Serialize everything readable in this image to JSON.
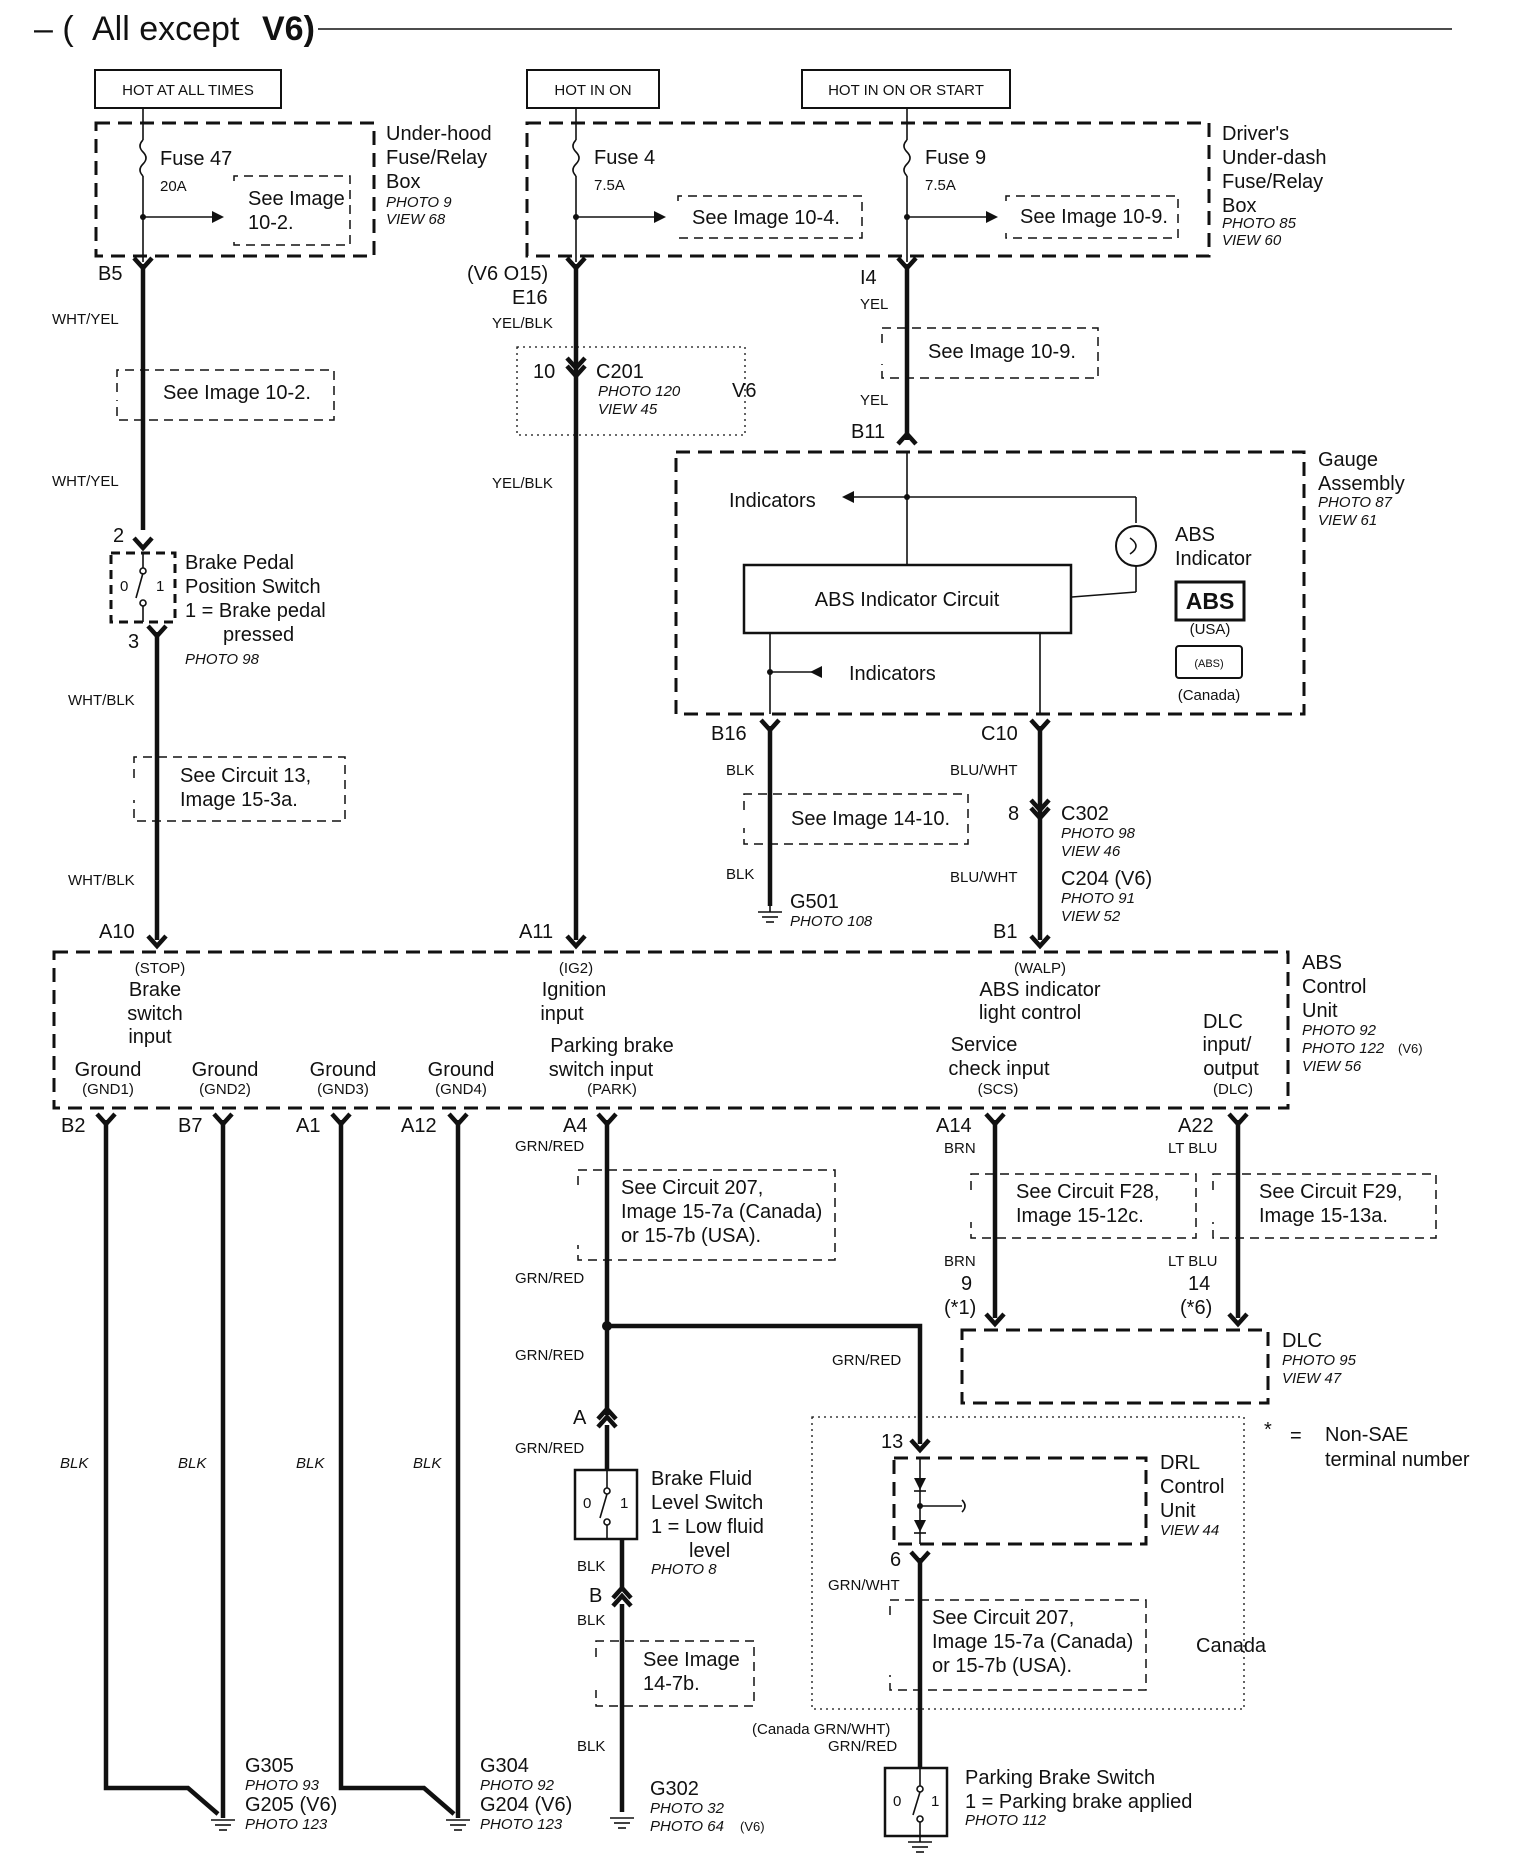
{
  "title": {
    "prefix": "– (",
    "main": "All except",
    "bold": "V6)"
  },
  "power_labels": {
    "hot_all": "HOT AT ALL TIMES",
    "hot_on": "HOT IN ON",
    "hot_on_start": "HOT IN ON OR START"
  },
  "underhood_box": {
    "fuse": "Fuse 47",
    "rating": "20A",
    "see": [
      "See Image",
      "10-2."
    ],
    "name": [
      "Under-hood",
      "Fuse/Relay",
      "Box"
    ],
    "photo": "PHOTO 9",
    "view": "VIEW 68"
  },
  "dash_box": {
    "fuse4": "Fuse 4",
    "rating4": "7.5A",
    "see4": "See Image 10-4.",
    "fuse9": "Fuse 9",
    "rating9": "7.5A",
    "see9": "See Image 10-9.",
    "name": [
      "Driver's",
      "Under-dash",
      "Fuse/Relay",
      "Box"
    ],
    "photo": "PHOTO 85",
    "view": "VIEW 60"
  },
  "left_branch": {
    "pin_b5": "B5",
    "wire1": "WHT/YEL",
    "see1": "See Image 10-2.",
    "wire2": "WHT/YEL",
    "pin2": "2",
    "switch_name": [
      "Brake Pedal",
      "Position Switch",
      "1 = Brake pedal",
      "pressed"
    ],
    "pin3": "3",
    "photo": "PHOTO 98",
    "wire3": "WHT/BLK",
    "see2": [
      "See Circuit 13,",
      "Image 15-3a."
    ],
    "wire4": "WHT/BLK",
    "pin_a10": "A10",
    "sw0": "0",
    "sw1": "1"
  },
  "mid_branch": {
    "pin_top": "(V6 O15)",
    "pin_e16": "E16",
    "wire1": "YEL/BLK",
    "pin10": "10",
    "conn": "C201",
    "photo": "PHOTO 120",
    "view": "VIEW 45",
    "v6": "V6",
    "wire2": "YEL/BLK",
    "pin_a11": "A11"
  },
  "right_branch": {
    "pin_i4": "I4",
    "wire1": "YEL",
    "see": "See Image 10-9.",
    "wire2": "YEL",
    "pin_b11": "B11"
  },
  "gauge": {
    "indicators1": "Indicators",
    "circuit": "ABS Indicator Circuit",
    "indicators2": "Indicators",
    "abs_name": [
      "ABS",
      "Indicator"
    ],
    "abs_badge": "ABS",
    "usa": "(USA)",
    "canada_icon": "(ABS)",
    "canada": "(Canada)",
    "name": [
      "Gauge",
      "Assembly"
    ],
    "photo": "PHOTO 87",
    "view": "VIEW 61"
  },
  "gauge_out": {
    "pin_b16": "B16",
    "wire_blk1": "BLK",
    "see": "See Image 14-10.",
    "wire_blk2": "BLK",
    "ground": "G501",
    "ground_photo": "PHOTO 108",
    "pin_c10": "C10",
    "wire_bw1": "BLU/WHT",
    "pin8": "8",
    "conn1": "C302",
    "photo1": "PHOTO 98",
    "view1": "VIEW 46",
    "wire_bw2": "BLU/WHT",
    "conn2": "C204 (V6)",
    "photo2": "PHOTO 91",
    "view2": "VIEW 52",
    "pin_b1": "B1"
  },
  "abs_unit": {
    "stop": "(STOP)",
    "brake_input": [
      "Brake",
      "switch",
      "input"
    ],
    "ig2": "(IG2)",
    "ign_input": [
      "Ignition",
      "input"
    ],
    "walp": "(WALP)",
    "abs_light": [
      "ABS indicator",
      "light control"
    ],
    "park_input": [
      "Parking brake",
      "switch input"
    ],
    "park": "(PARK)",
    "service": [
      "Service",
      "check input"
    ],
    "scs": "(SCS)",
    "dlc": [
      "DLC",
      "input/",
      "output"
    ],
    "dlc_code": "(DLC)",
    "grounds": [
      {
        "label": "Ground",
        "code": "(GND1)"
      },
      {
        "label": "Ground",
        "code": "(GND2)"
      },
      {
        "label": "Ground",
        "code": "(GND3)"
      },
      {
        "label": "Ground",
        "code": "(GND4)"
      }
    ],
    "name": [
      "ABS",
      "Control",
      "Unit"
    ],
    "photo": "PHOTO 92",
    "photo2": "PHOTO 122",
    "photo2_v6": "(V6)",
    "view": "VIEW 56"
  },
  "bottom_pins": [
    "B2",
    "B7",
    "A1",
    "A12",
    "A4",
    "A14",
    "A22"
  ],
  "grounds_bottom": {
    "blk": "BLK",
    "g305": "G305",
    "g305_photo": "PHOTO 93",
    "g205": "G205 (V6)",
    "g205_photo": "PHOTO 123",
    "g304": "G304",
    "g304_photo": "PHOTO 92",
    "g204": "G204 (V6)",
    "g204_photo": "PHOTO 123"
  },
  "park_branch": {
    "wire1": "GRN/RED",
    "see": [
      "See Circuit 207,",
      "Image 15-7a (Canada)",
      "or 15-7b (USA)."
    ],
    "wire2": "GRN/RED",
    "wire3": "GRN/RED",
    "pin_a": "A",
    "wire4": "GRN/RED",
    "switch_name": [
      "Brake Fluid",
      "Level Switch",
      "1 = Low fluid",
      "level"
    ],
    "photo": "PHOTO 8",
    "wire_blk1": "BLK",
    "pin_b": "B",
    "wire_blk2": "BLK",
    "see2": [
      "See Image",
      "14-7b."
    ],
    "wire_blk3": "BLK",
    "ground": "G302",
    "ground_photo": "PHOTO 32",
    "ground_photo2": "PHOTO 64",
    "ground_v6": "(V6)",
    "sw0": "0",
    "sw1": "1"
  },
  "dlc_branch": {
    "wire_brn1": "BRN",
    "see_f28": [
      "See Circuit F28,",
      "Image 15-12c."
    ],
    "wire_brn2": "BRN",
    "pin9": "9",
    "note1": "(*1)",
    "wire_lt1": "LT BLU",
    "see_f29": [
      "See Circuit F29,",
      "Image 15-13a."
    ],
    "wire_lt2": "LT BLU",
    "pin14": "14",
    "note6": "(*6)",
    "dlc_name": "DLC",
    "dlc_photo": "PHOTO 95",
    "dlc_view": "VIEW 47"
  },
  "footnote": {
    "star": "*",
    "eq": "=",
    "text": [
      "Non-SAE",
      "terminal number"
    ]
  },
  "drl": {
    "wire": "GRN/RED",
    "pin13": "13",
    "name": [
      "DRL",
      "Control",
      "Unit"
    ],
    "view": "VIEW 44",
    "pin6": "6",
    "wire2": "GRN/WHT",
    "see": [
      "See Circuit 207,",
      "Image 15-7a (Canada)",
      "or 15-7b (USA)."
    ],
    "canada": "Canada",
    "wire3a": "(Canada GRN/WHT)",
    "wire3b": "GRN/RED"
  },
  "parking_switch": {
    "name": [
      "Parking Brake Switch",
      "1 = Parking brake applied"
    ],
    "photo": "PHOTO 112",
    "sw0": "0",
    "sw1": "1"
  }
}
